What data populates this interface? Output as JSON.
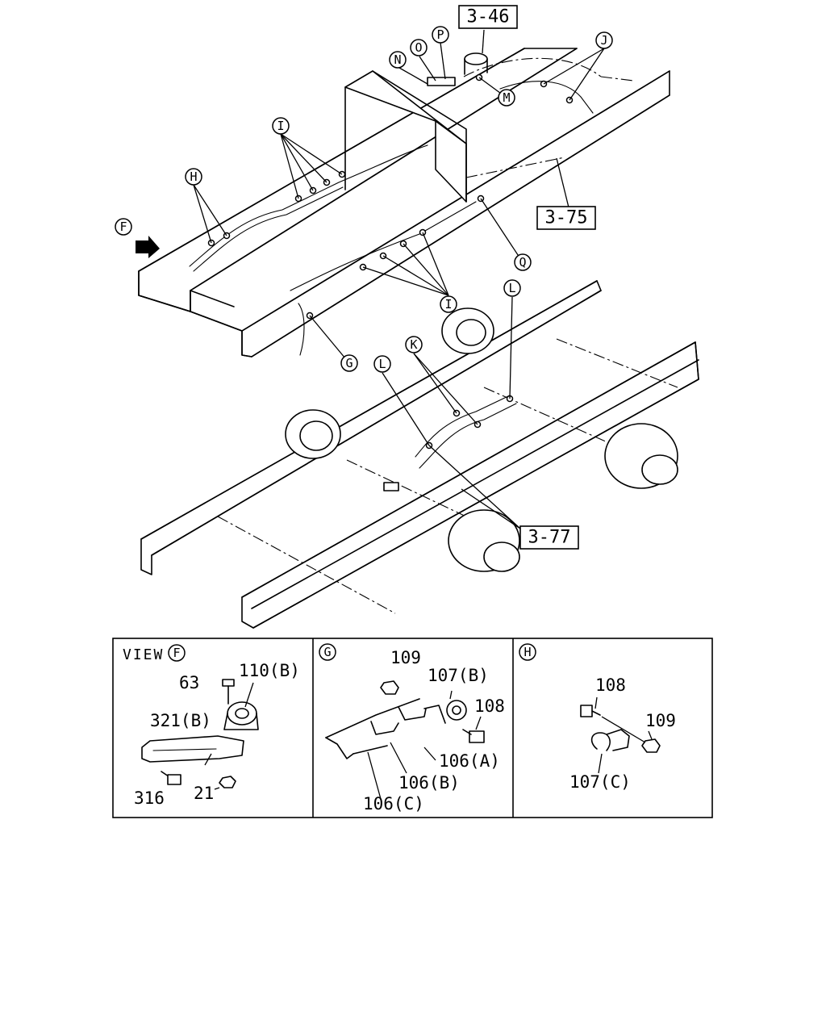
{
  "letters": {
    "N": "N",
    "O": "O",
    "P": "P",
    "M": "M",
    "J": "J",
    "I_upper": "I",
    "I_lower": "I",
    "H": "H",
    "F": "F",
    "Q": "Q",
    "G": "G",
    "L_right": "L",
    "L_left": "L",
    "K": "K"
  },
  "refs": {
    "r346": "3-46",
    "r375": "3-75",
    "r377": "3-77"
  },
  "panels": {
    "view_f": {
      "title": "VIEW",
      "letter": "F",
      "parts": {
        "p63": "63",
        "p110b": "110(B)",
        "p321b": "321(B)",
        "p316": "316",
        "p21": "21"
      }
    },
    "g": {
      "letter": "G",
      "parts": {
        "p109": "109",
        "p107b": "107(B)",
        "p108": "108",
        "p106a": "106(A)",
        "p106b": "106(B)",
        "p106c": "106(C)"
      }
    },
    "h": {
      "letter": "H",
      "parts": {
        "p108": "108",
        "p109": "109",
        "p107c": "107(C)"
      }
    }
  }
}
